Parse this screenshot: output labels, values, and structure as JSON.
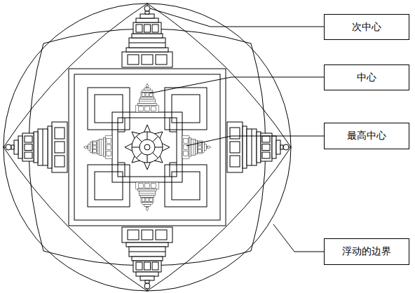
{
  "diagram": {
    "nodes": [
      {
        "text": [
          "次中心"
        ]
      },
      {
        "text": [
          "中心"
        ]
      },
      {
        "text": [
          "最高中心"
        ]
      },
      {
        "text": [
          "浮动的边界"
        ]
      }
    ]
  }
}
